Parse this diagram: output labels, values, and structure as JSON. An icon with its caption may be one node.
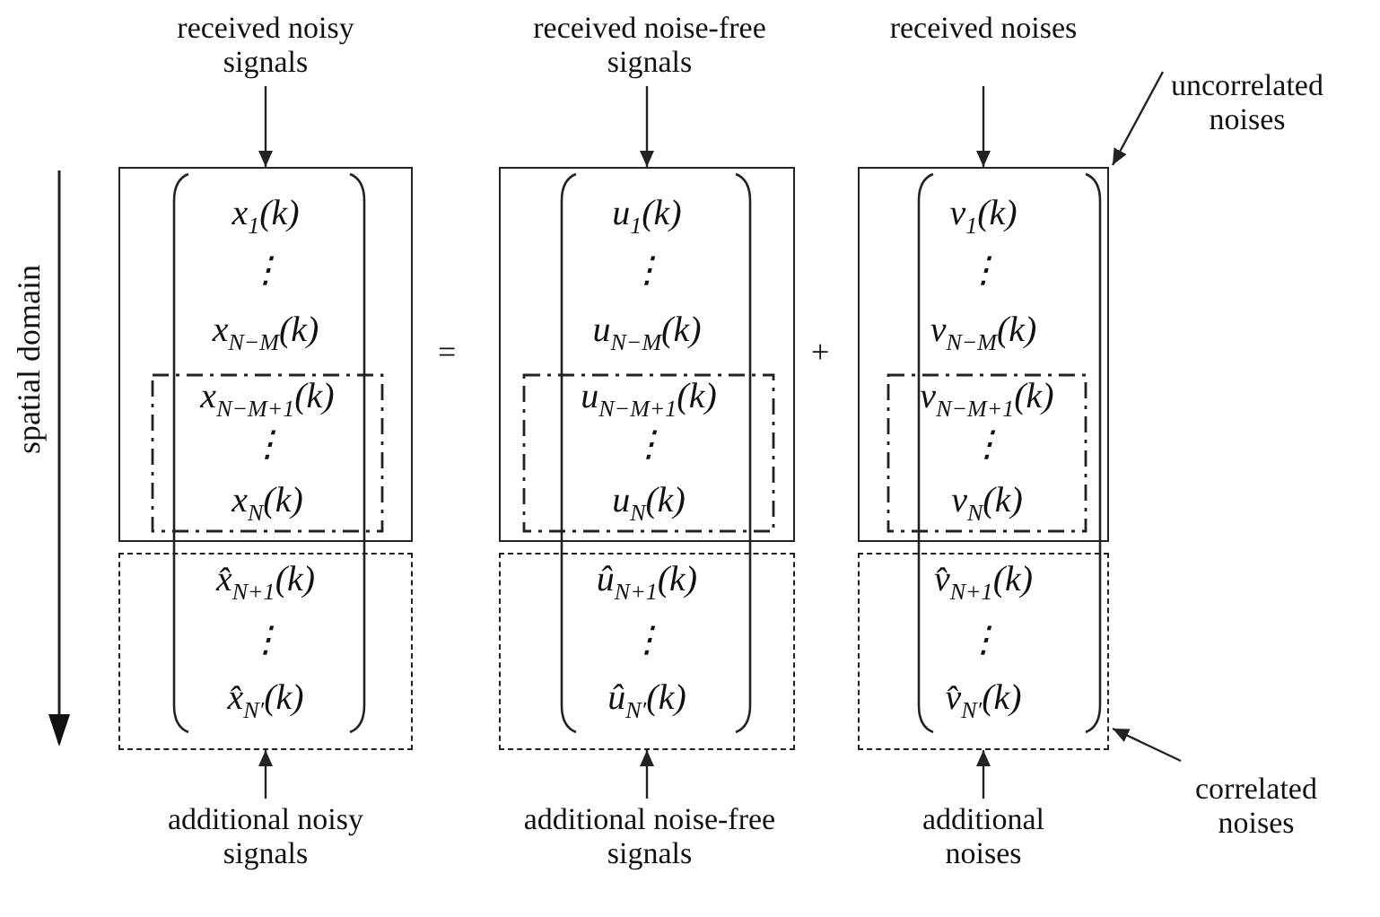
{
  "diagram": {
    "nodes": [
      {
        "text": [
          "received noisy signals"
        ]
      },
      {
        "text": [
          "received noise-free signals"
        ]
      },
      {
        "text": [
          "received noises"
        ]
      },
      {
        "text": [
          "uncorrelated noises"
        ]
      },
      {
        "text": [
          "x$_{1}$(k)",
          "⋮",
          "x$_{N−M}$(k)"
        ]
      },
      {
        "text": [
          "x$_{N−M+1}$(k)",
          "⋮",
          "x$_{N}$(k)"
        ],
        "in": 4
      },
      {
        "text": [
          "u$_{1}$(k)",
          "⋮",
          "u$_{N−M}$(k)"
        ]
      },
      {
        "text": [
          "u$_{N−M+1}$(k)",
          "⋮",
          "u$_{N}$(k)"
        ],
        "in": 6
      },
      {
        "text": [
          "v$_{1}$(k)",
          "⋮",
          "v$_{N−M}$(k)"
        ]
      },
      {
        "text": [
          "v$_{N−M+1}$(k)",
          "⋮",
          "v$_{N}$(k)"
        ],
        "in": 8
      },
      {
        "text": [
          "x̂$_{N+1}$(k)",
          "⋮",
          "x̂$_{N′}$(k)"
        ]
      },
      {
        "text": [
          "û$_{N+1}$(k)",
          "⋮",
          "û$_{N′}$(k)"
        ]
      },
      {
        "text": [
          "v̂$_{N+1}$(k)",
          "⋮",
          "v̂$_{N′}$(k)"
        ]
      },
      {
        "text": [
          "correlated noises"
        ]
      },
      {
        "text": [
          "additional noisy signals"
        ]
      },
      {
        "text": [
          "additional noise-free signals"
        ]
      },
      {
        "text": [
          "additional noises"
        ]
      }
    ],
    "edges": [
      {
        "from": 0,
        "to": 4,
        "arrow": "to"
      },
      {
        "from": 1,
        "to": 6,
        "arrow": "to"
      },
      {
        "from": 2,
        "to": 8,
        "arrow": "to"
      },
      {
        "from": 3,
        "to": 8,
        "arrow": "to"
      },
      {
        "from": 14,
        "to": 10,
        "arrow": "to"
      },
      {
        "from": 15,
        "to": 11,
        "arrow": "to"
      },
      {
        "from": 16,
        "to": 12,
        "arrow": "to"
      },
      {
        "from": 13,
        "to": 12,
        "arrow": "to"
      }
    ],
    "labels": [
      "spatial domain",
      "=",
      "+"
    ]
  }
}
